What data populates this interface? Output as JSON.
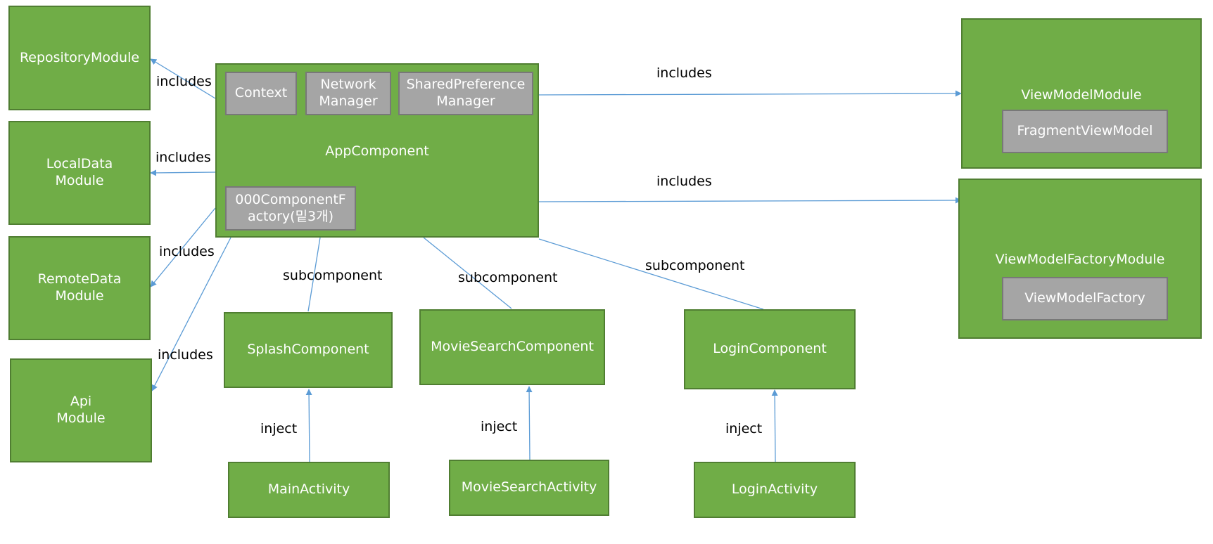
{
  "nodes": {
    "repository_module": "RepositoryModule",
    "localdata_module": "LocalData\nModule",
    "remotedata_module": "RemoteData\nModule",
    "api_module": "Api\nModule",
    "app_component": "AppComponent",
    "context": "Context",
    "network_manager": "Network\nManager",
    "sharedpreference_manager": "SharedPreference\nManager",
    "component_factory": "000ComponentF\nactory(밑3개)",
    "viewmodel_module": "ViewModelModule",
    "fragment_viewmodel": "FragmentViewModel",
    "viewmodelfactory_module": "ViewModelFactoryModule",
    "viewmodel_factory": "ViewModelFactory",
    "splash_component": "SplashComponent",
    "moviesearch_component": "MovieSearchComponent",
    "login_component": "LoginComponent",
    "main_activity": "MainActivity",
    "moviesearch_activity": "MovieSearchActivity",
    "login_activity": "LoginActivity"
  },
  "edge_labels": {
    "includes_repository": "includes",
    "includes_localdata": "includes",
    "includes_remotedata": "includes",
    "includes_api": "includes",
    "includes_viewmodel": "includes",
    "includes_viewmodelfactory": "includes",
    "subcomponent_splash": "subcomponent",
    "subcomponent_moviesearch": "subcomponent",
    "subcomponent_login": "subcomponent",
    "inject_main": "inject",
    "inject_moviesearch": "inject",
    "inject_login": "inject"
  },
  "colors": {
    "module_fill": "#70ad47",
    "module_border": "#507e32",
    "inner_fill": "#a5a5a5",
    "edge": "#5b9bd5"
  }
}
